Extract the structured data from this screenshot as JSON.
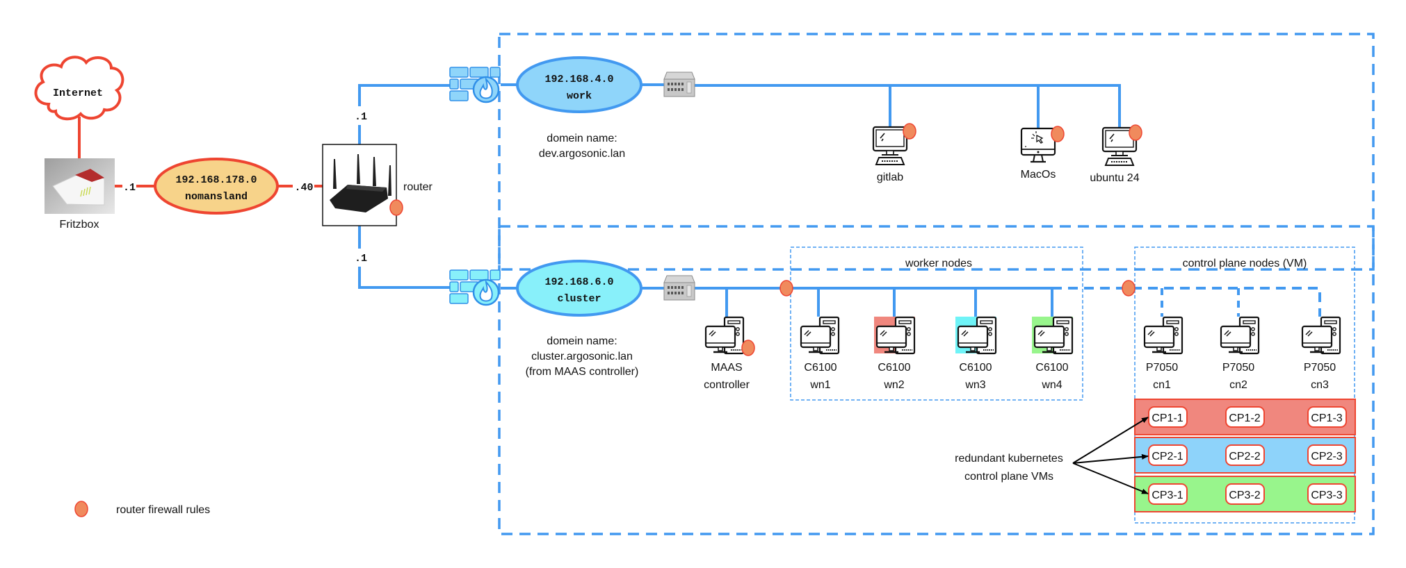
{
  "colors": {
    "blue_link": "#4299f0",
    "red_link": "#ee4531",
    "fw_dot": "#f08a5d",
    "nomansland_fill": "#f7d38a",
    "work_fill": "#8fd5fa",
    "cluster_fill": "#88f0fa",
    "cp1_fill": "#f0877e",
    "cp2_fill": "#8ed3fa",
    "cp3_fill": "#98f58c",
    "wn2_bg": "#f0877e",
    "wn3_bg": "#6ff3f7",
    "wn4_bg": "#98f58c"
  },
  "internet": {
    "label": "Internet"
  },
  "fritzbox": {
    "label": "Fritzbox",
    "ip_suffix": ".1"
  },
  "nomansland": {
    "subnet": "192.168.178.0",
    "name": "nomansland"
  },
  "router": {
    "label": "router",
    "wan_suffix": ".40",
    "work_suffix": ".1",
    "cluster_suffix": ".1"
  },
  "work": {
    "subnet": "192.168.4.0",
    "name": "work",
    "domain_line1": "domein name:",
    "domain_line2": "dev.argosonic.lan",
    "hosts": [
      {
        "label": "gitlab",
        "icon": "desktop-icon"
      },
      {
        "label": "MacOs",
        "icon": "imac-icon"
      },
      {
        "label": "ubuntu 24",
        "icon": "desktop-icon"
      }
    ]
  },
  "cluster": {
    "subnet": "192.168.6.0",
    "name": "cluster",
    "domain_line1": "domein name:",
    "domain_line2": "cluster.argosonic.lan",
    "domain_line3": "(from MAAS controller)",
    "maas": {
      "line1": "MAAS",
      "line2": "controller"
    },
    "worker_group_title": "worker nodes",
    "workers": [
      {
        "model": "C6100",
        "name": "wn1"
      },
      {
        "model": "C6100",
        "name": "wn2"
      },
      {
        "model": "C6100",
        "name": "wn3"
      },
      {
        "model": "C6100",
        "name": "wn4"
      }
    ],
    "control_group_title": "control plane nodes (VM)",
    "control_nodes": [
      {
        "model": "P7050",
        "name": "cn1"
      },
      {
        "model": "P7050",
        "name": "cn2"
      },
      {
        "model": "P7050",
        "name": "cn3"
      }
    ],
    "vm_groups": [
      [
        "CP1-1",
        "CP1-2",
        "CP1-3"
      ],
      [
        "CP2-1",
        "CP2-2",
        "CP2-3"
      ],
      [
        "CP3-1",
        "CP3-2",
        "CP3-3"
      ]
    ],
    "annotation_line1": "redundant kubernetes",
    "annotation_line2": "control plane VMs"
  },
  "legend": {
    "label": "router firewall rules"
  }
}
